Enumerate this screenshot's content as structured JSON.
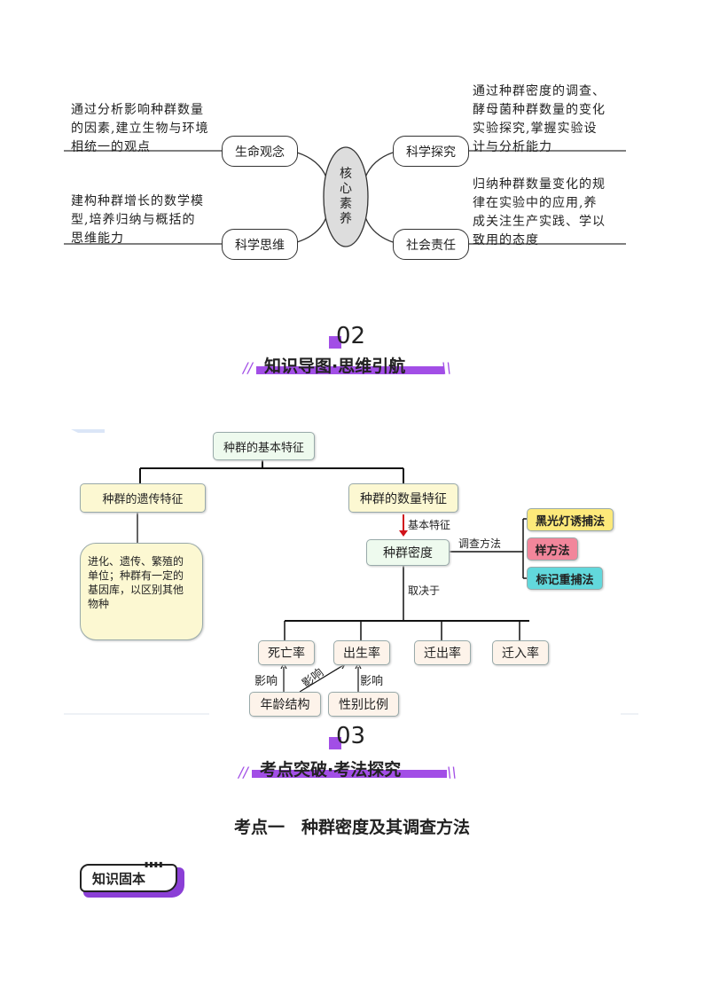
{
  "core_literacy": {
    "center": "核心素养",
    "items": [
      {
        "label": "生命观念",
        "desc": [
          "通过分析影响种群数量",
          "的因素,建立生物与环境",
          "相统一的观点"
        ]
      },
      {
        "label": "科学探究",
        "desc": [
          "通过种群密度的调查、",
          "酵母菌种群数量的变化",
          "实验探究,掌握实验设",
          "计与分析能力"
        ]
      },
      {
        "label": "科学思维",
        "desc": [
          "建构种群增长的数学模",
          "型,培养归纳与概括的",
          "思维能力"
        ]
      },
      {
        "label": "社会责任",
        "desc": [
          "归纳种群数量变化的规",
          "律在实验中的应用,养",
          "成关注生产实践、学以",
          "致用的态度"
        ]
      }
    ]
  },
  "section2": {
    "number": "02",
    "title": "知识导图·思维引航"
  },
  "mindmap": {
    "root": "种群的基本特征",
    "genetic": "种群的遗传特征",
    "genetic_desc": [
      "进化、遗传、繁殖的",
      "单位；种群有一定的",
      "基因库，以区别其他",
      "物种"
    ],
    "quantity": "种群的数量特征",
    "basic_label": "基本特征",
    "density": "种群密度",
    "method_label": "调查方法",
    "methods": [
      "黑光灯诱捕法",
      "样方法",
      "标记重捕法"
    ],
    "method_colors": [
      "#fde97a",
      "#f2869b",
      "#62d8dc"
    ],
    "depends_label": "取决于",
    "rates": [
      "死亡率",
      "出生率",
      "迁出率",
      "迁入率"
    ],
    "factors": [
      "年龄结构",
      "性别比例"
    ],
    "influence": "影响"
  },
  "section3": {
    "number": "03",
    "title": "考点突破·考法探究"
  },
  "topic_heading": "考点一　种群密度及其调查方法",
  "badge": "知识固本"
}
